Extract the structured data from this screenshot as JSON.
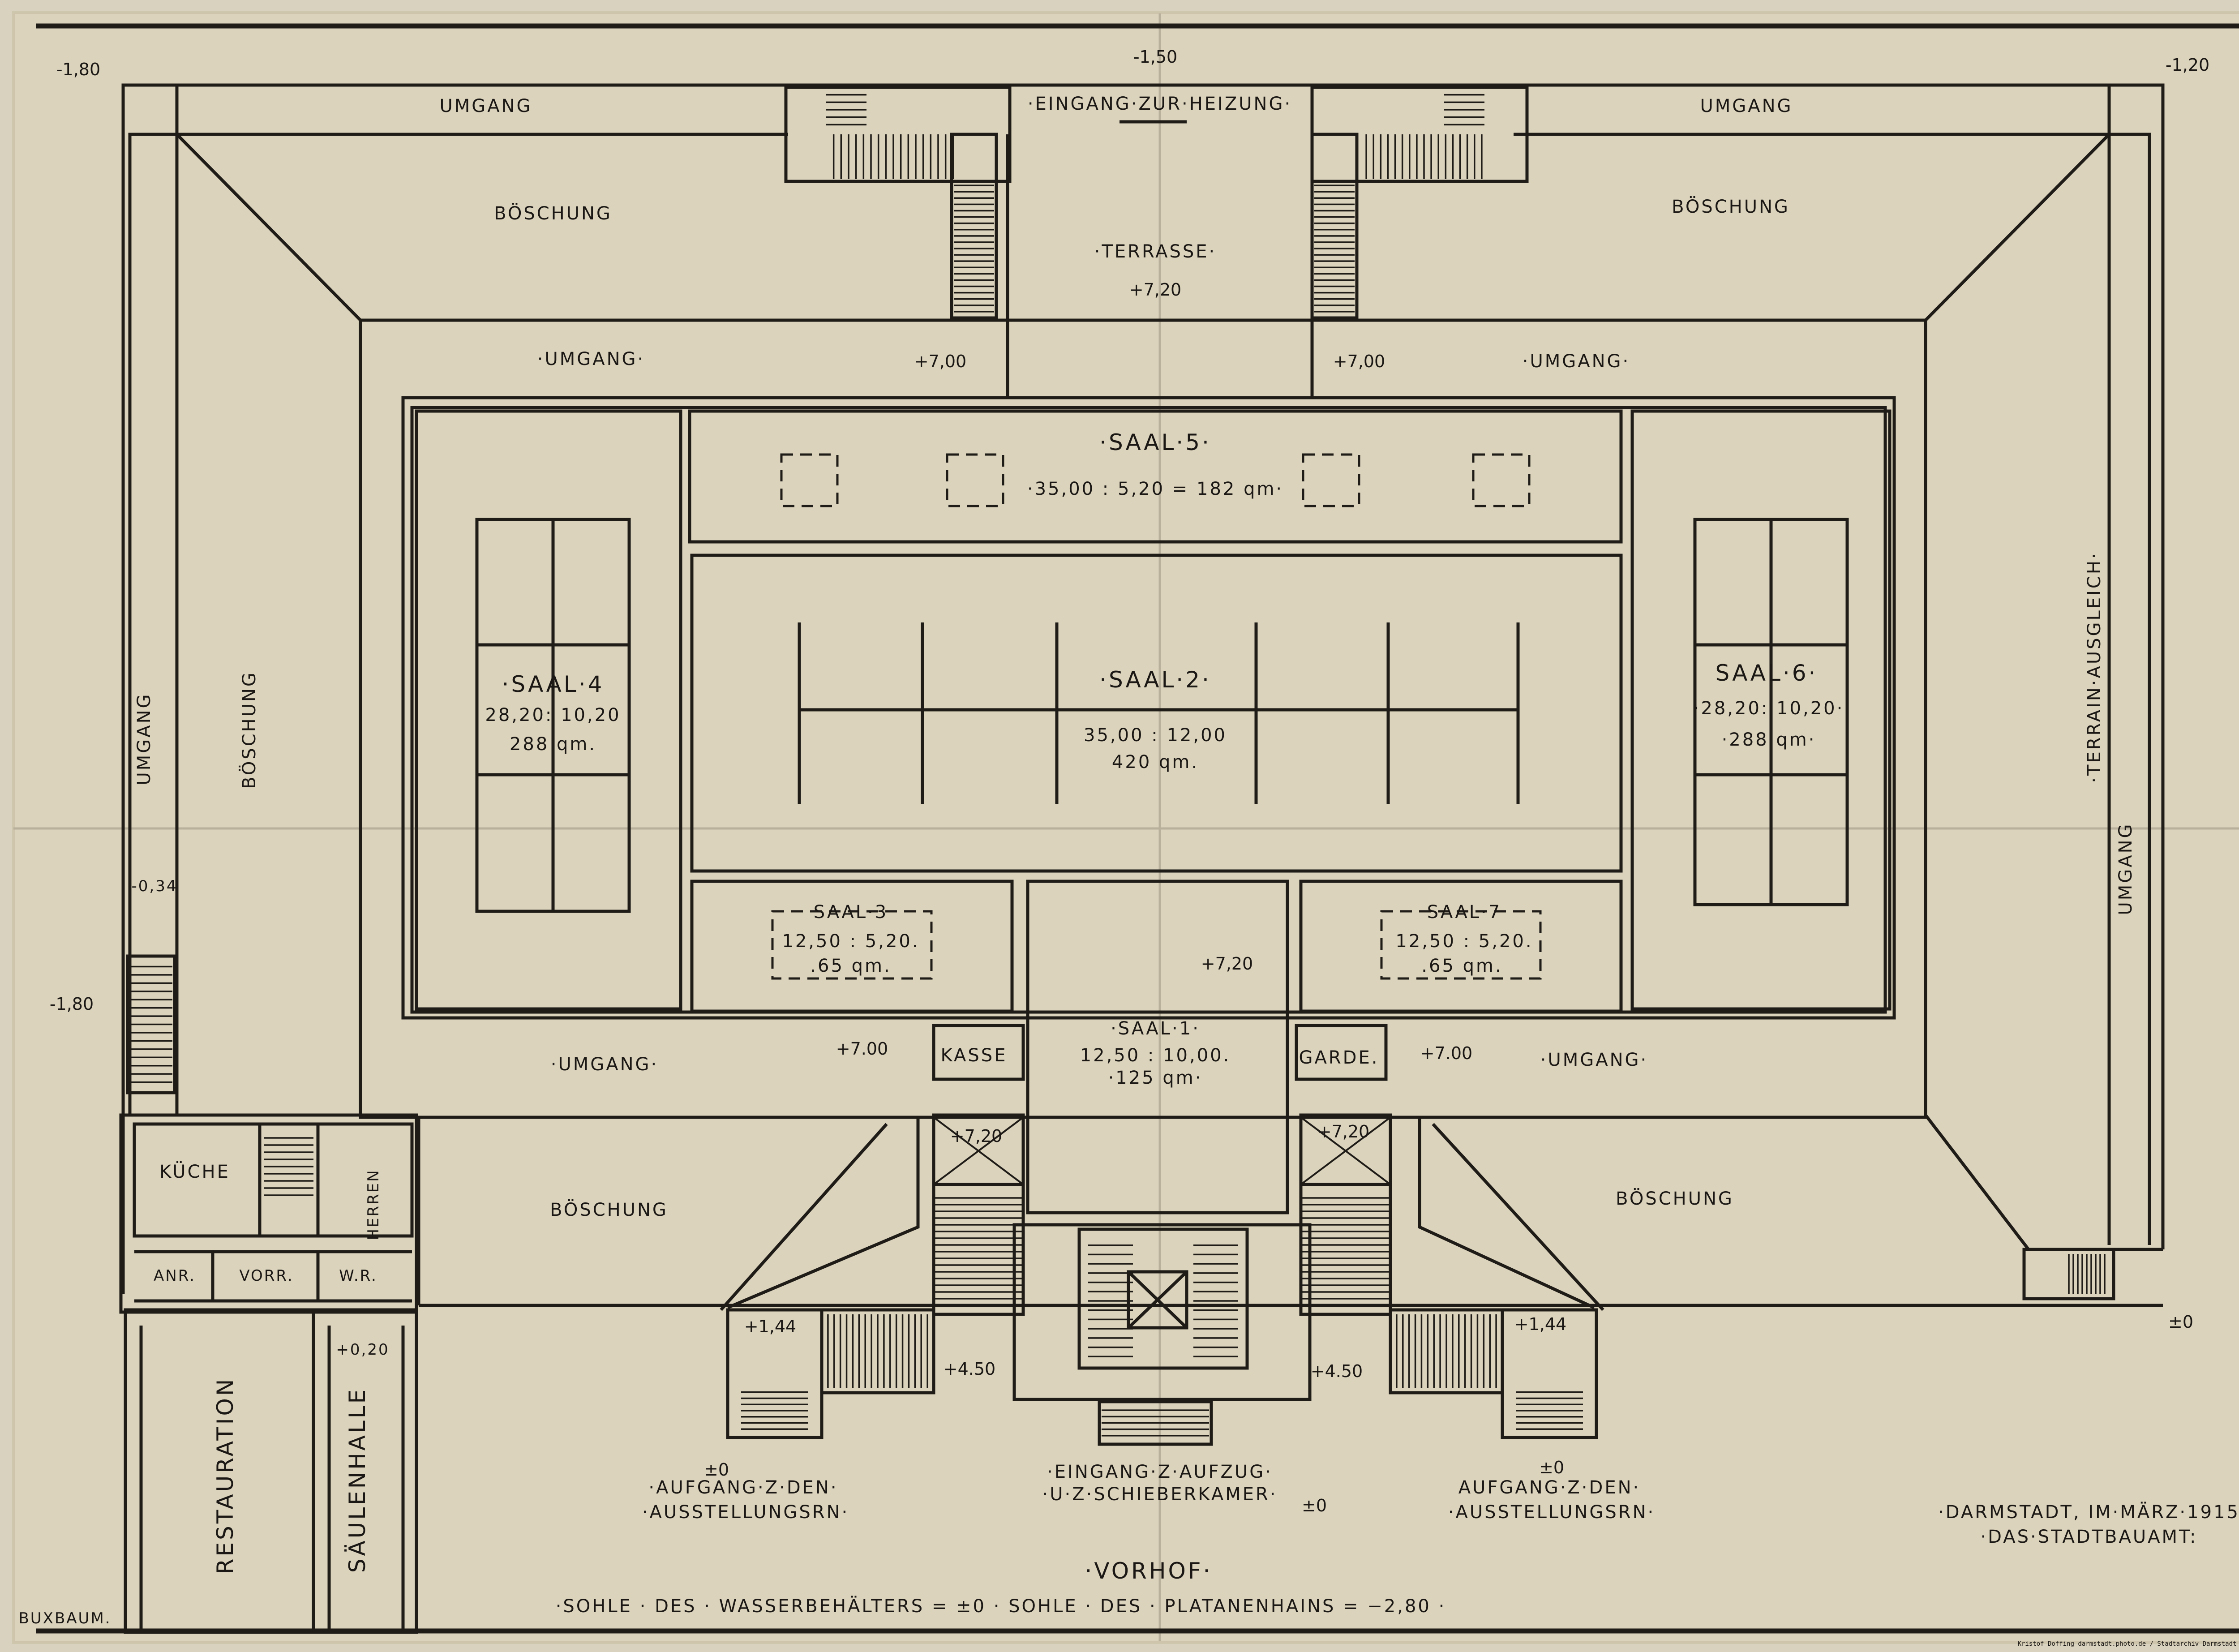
{
  "elevations": {
    "top_left": "-1,80",
    "top_center": "-1,50",
    "top_right": "-1,20",
    "left_mid_small": "-0,34",
    "left_mid": "-1,80",
    "right_bottom": "±0",
    "terrasse": "+7,20",
    "stair_left_top": "+7,00",
    "stair_right_top": "+7,00",
    "saal1": "+7,20",
    "left_lower": "+7.00",
    "right_lower": "+7.00",
    "box_left": "+7,20",
    "box_right": "+7,20",
    "ramp_left_top": "+1,44",
    "ramp_right_top": "+1,44",
    "ramp_left_mid": "+4.50",
    "ramp_right_mid": "+4.50",
    "aufgang_left": "±0",
    "aufgang_right": "±0",
    "eingang": "±0",
    "saeulenhalle": "+0,20"
  },
  "labels": {
    "umgang_top_left": "UMGANG",
    "umgang_top_right": "UMGANG",
    "eingang_heizung": "·EINGANG·ZUR·HEIZUNG·",
    "boeschung_top_left": "BÖSCHUNG",
    "boeschung_top_right": "BÖSCHUNG",
    "terrasse": "·TERRASSE·",
    "umgang_inner_left": "·UMGANG·",
    "umgang_inner_right": "·UMGANG·",
    "umgang_left_vertical": "UMGANG",
    "boeschung_left_vertical": "BÖSCHUNG",
    "terrain_ausgleich": "·TERRAIN·AUSGLEICH·",
    "umgang_right_vertical": "UMGANG",
    "umgang_lower_left": "·UMGANG·",
    "umgang_lower_right": "·UMGANG·",
    "boeschung_lower_left": "BÖSCHUNG",
    "boeschung_lower_right": "BÖSCHUNG",
    "kasse": "KASSE",
    "garde": "GARDE.",
    "kueche": "KÜCHE",
    "herren": "HERREN",
    "anr": "ANR.",
    "vorr": "VORR.",
    "wr": "W.R.",
    "restauration": "RESTAURATION",
    "saeulenhalle": "SÄULENHALLE",
    "buxbaum": "BUXBAUM."
  },
  "halls": {
    "saal5": {
      "name": "·SAAL·5·",
      "size": "·35,00 : 5,20 = 182 qm·"
    },
    "saal4": {
      "name": "·SAAL·4",
      "dims": "28,20: 10,20",
      "area": "288 qm."
    },
    "saal2": {
      "name": "·SAAL·2·",
      "dims": "35,00 : 12,00",
      "area": "420 qm."
    },
    "saal6": {
      "name": "SAAL·6·",
      "dims": "·28,20: 10,20·",
      "area": "·288 qm·"
    },
    "saal3": {
      "name": "SAAL·3",
      "dims": "12,50 : 5,20.",
      "area": ".65 qm."
    },
    "saal7": {
      "name": "SAAL·7",
      "dims": "12,50 : 5,20.",
      "area": ".65 qm."
    },
    "saal1": {
      "name": "·SAAL·1·",
      "dims": "12,50 : 10,00.",
      "area": "·125 qm·"
    }
  },
  "bottom": {
    "aufgang_left_1": "·AUFGANG·Z·DEN·",
    "aufgang_left_2": "·AUSSTELLUNGSRN·",
    "eingang_1": "·EINGANG·Z·AUFZUG·",
    "eingang_2": "·U·Z·SCHIEBERKAMER·",
    "aufgang_right_1": "AUFGANG·Z·DEN·",
    "aufgang_right_2": "·AUSSTELLUNGSRN·",
    "city_1": "·DARMSTADT, IM·MÄRZ·1915",
    "city_2": "·DAS·STADTBAUAMT:",
    "vorhof": "·VORHOF·",
    "sohle": "·SOHLE · DES · WASSERBEHÄLTERS = ±0 · SOHLE · DES · PLATANENHAINS = −2,80 ·"
  },
  "archive_note": "Kristof Doffing darmstadt.photo.de / Stadtarchiv Darmstadt"
}
